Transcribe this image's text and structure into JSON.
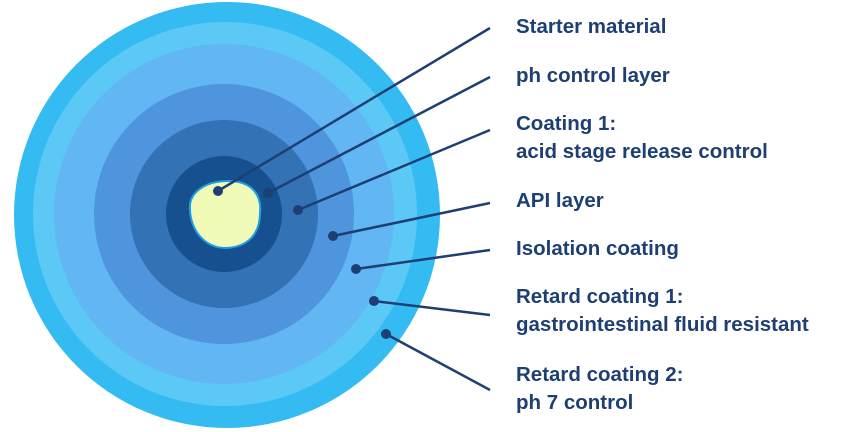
{
  "colors": {
    "label_text": "#1d3f73",
    "leader_line": "#1d3f73",
    "core_fill": "#f0fbb8",
    "core_stroke": "#1f9de3"
  },
  "layers": [
    {
      "name": "Retard coating 2",
      "color": "#33bbf2"
    },
    {
      "name": "Retard coating 1",
      "color": "#5cc8f5"
    },
    {
      "name": "Isolation coating",
      "color": "#62b6f4"
    },
    {
      "name": "API layer",
      "color": "#4e95de"
    },
    {
      "name": "Coating 1",
      "color": "#3372b4"
    },
    {
      "name": "ph control layer",
      "color": "#17508f"
    },
    {
      "name": "Starter material",
      "color": "#f0fbb8"
    }
  ],
  "labels": [
    {
      "lines": [
        "Starter material"
      ]
    },
    {
      "lines": [
        "ph control layer"
      ]
    },
    {
      "lines": [
        "Coating 1:",
        "acid stage release control"
      ]
    },
    {
      "lines": [
        "API layer"
      ]
    },
    {
      "lines": [
        "Isolation coating"
      ]
    },
    {
      "lines": [
        "Retard coating 1:",
        "gastrointestinal fluid resistant"
      ]
    },
    {
      "lines": [
        "Retard coating 2:",
        "ph 7 control"
      ]
    }
  ]
}
